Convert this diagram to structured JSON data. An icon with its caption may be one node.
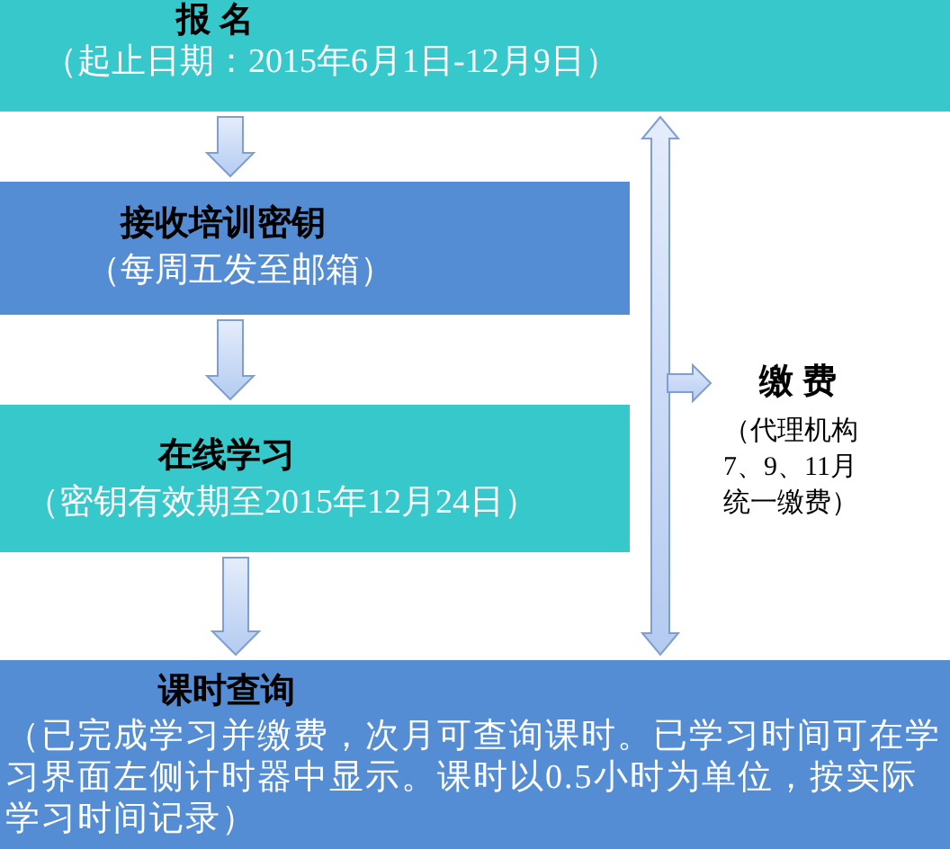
{
  "diagram": {
    "nodes": [
      {
        "text": [
          "报 名",
          "（起止日期：2015年6月1日-12月9日）"
        ]
      },
      {
        "text": [
          "接收培训密钥",
          "（每周五发至邮箱）"
        ]
      },
      {
        "text": [
          "在线学习",
          "（密钥有效期至2015年12月24日）"
        ]
      },
      {
        "text": [
          "课时查询",
          "（已完成学习并缴费，次月可查询课时。已学习时间可在学习界面左侧计时器中显示。课时以0.5小时为单位，按实际学习时间记录）"
        ]
      },
      {
        "text": [
          "缴 费",
          "（代理机构7、9、11月统一缴费）"
        ]
      }
    ],
    "edges": [
      {
        "from": 0,
        "to": 1,
        "arrow": "to"
      },
      {
        "from": 1,
        "to": 2,
        "arrow": "to"
      },
      {
        "from": 2,
        "to": 3,
        "arrow": "to"
      },
      {
        "from": 0,
        "to": 3,
        "arrow": "both"
      },
      {
        "from": null,
        "to": 4,
        "arrow": "to"
      }
    ]
  }
}
